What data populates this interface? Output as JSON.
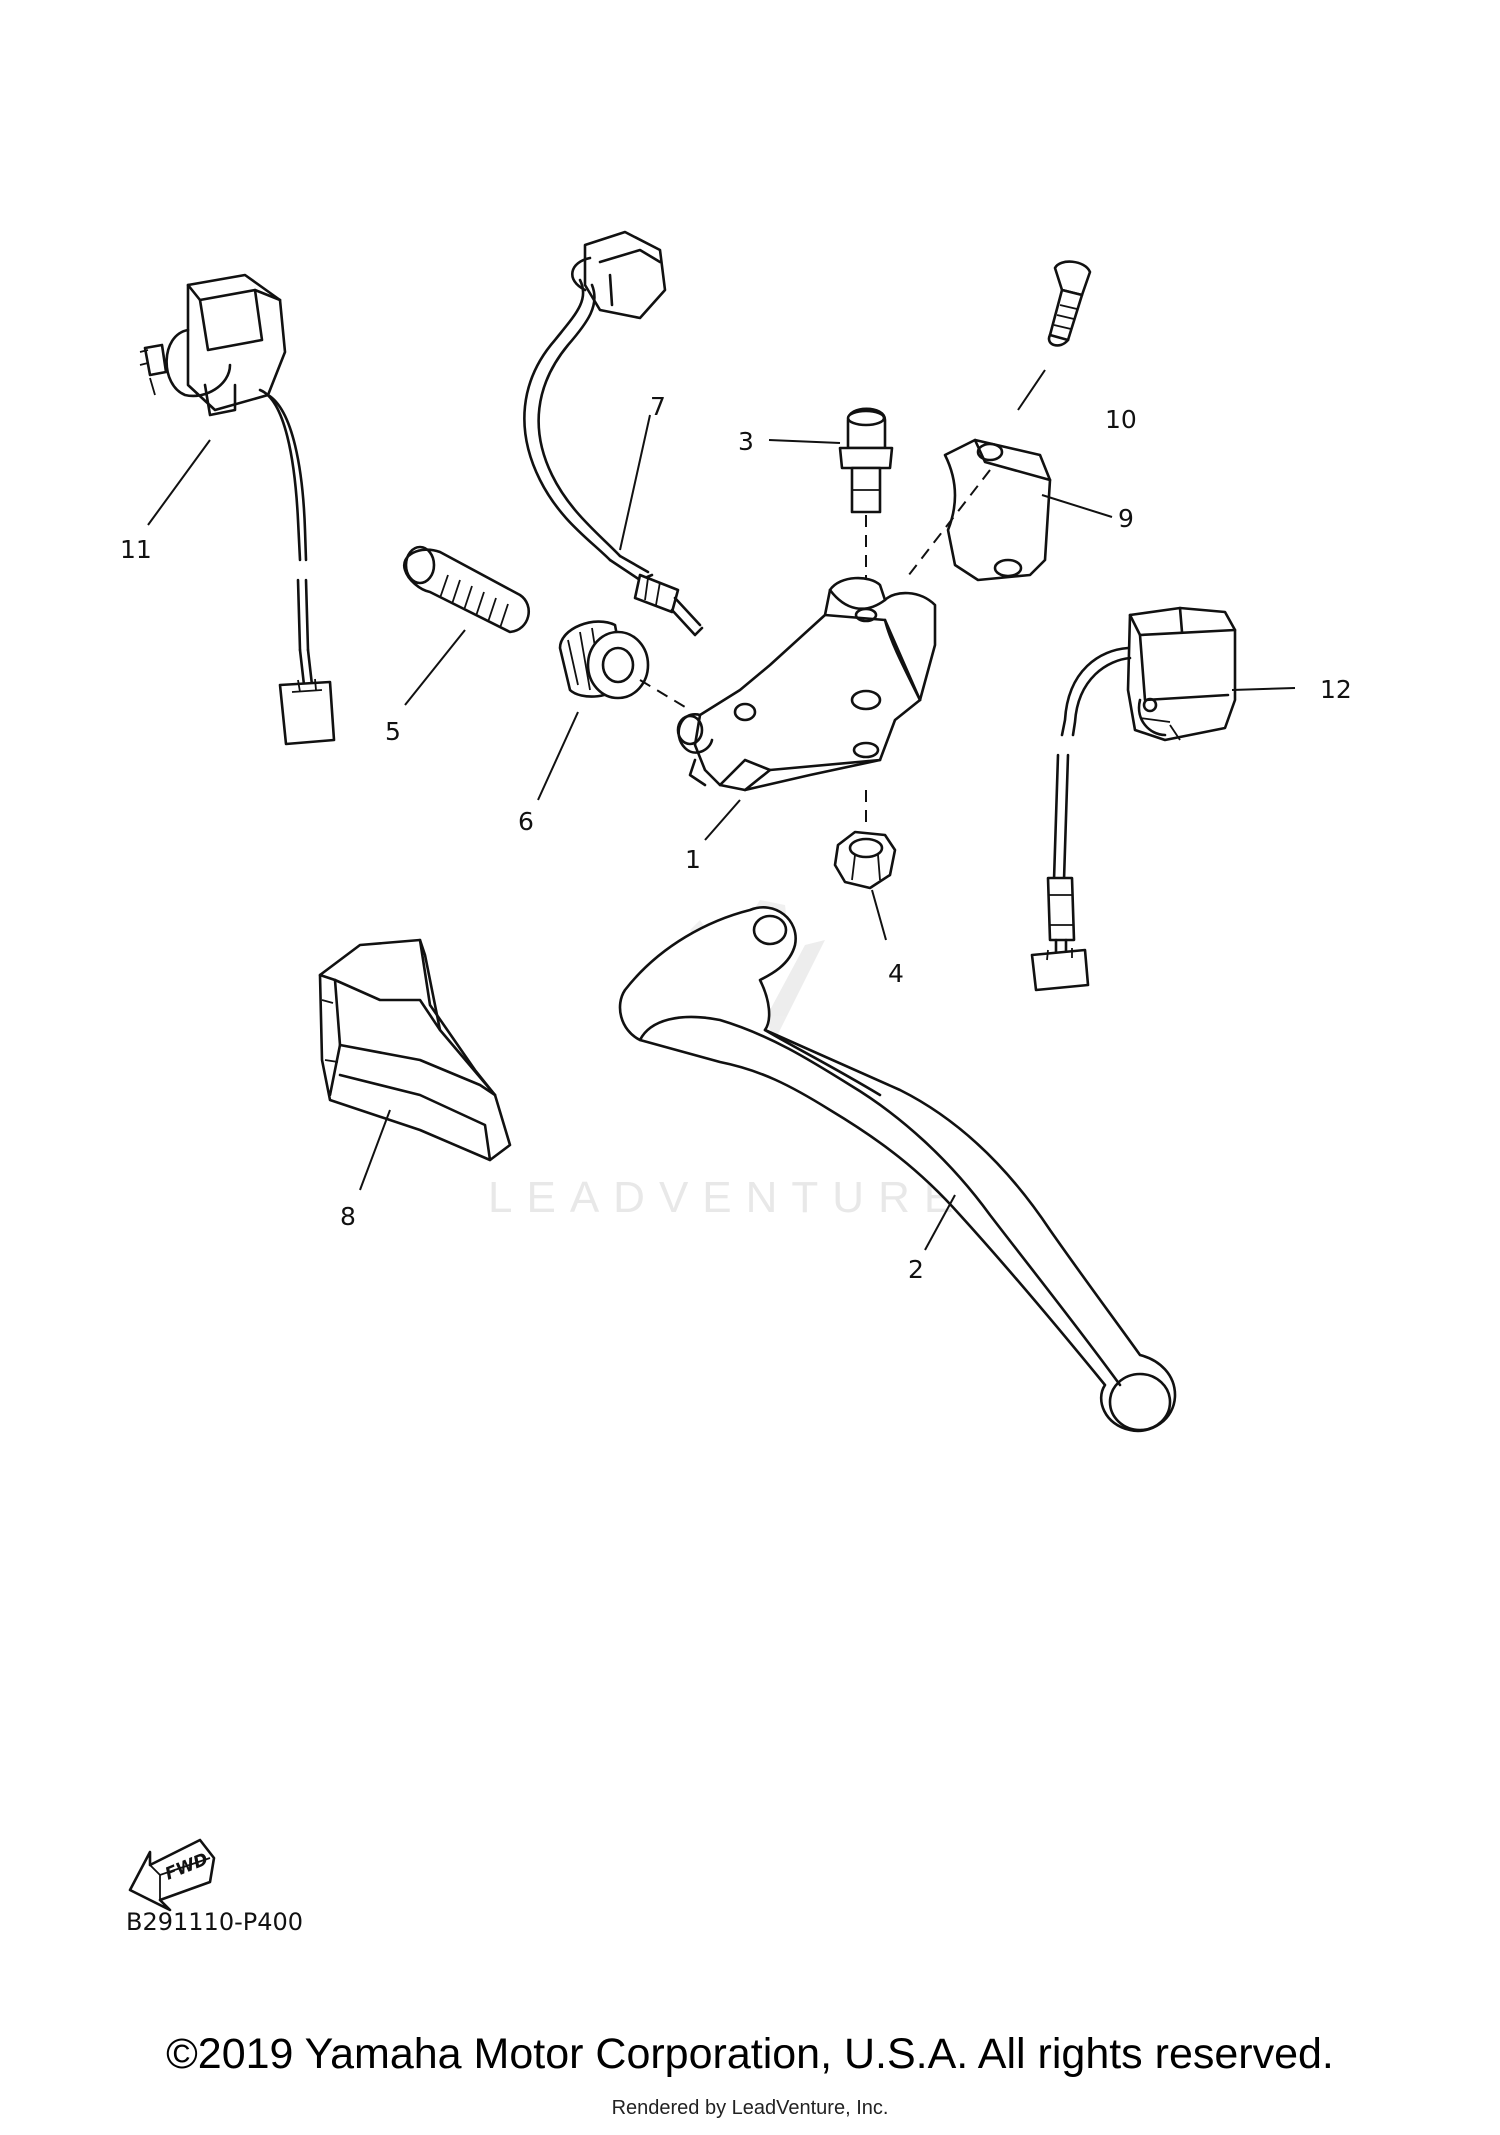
{
  "diagram_code": "B291110-P400",
  "fwd_label": "FWD",
  "watermark": "LEADVENTURE",
  "copyright": "©2019 Yamaha Motor Corporation, U.S.A. All rights reserved.",
  "rendered_by": "Rendered by LeadVenture, Inc.",
  "callouts": [
    "1",
    "2",
    "3",
    "4",
    "5",
    "6",
    "7",
    "8",
    "9",
    "10",
    "11",
    "12"
  ]
}
